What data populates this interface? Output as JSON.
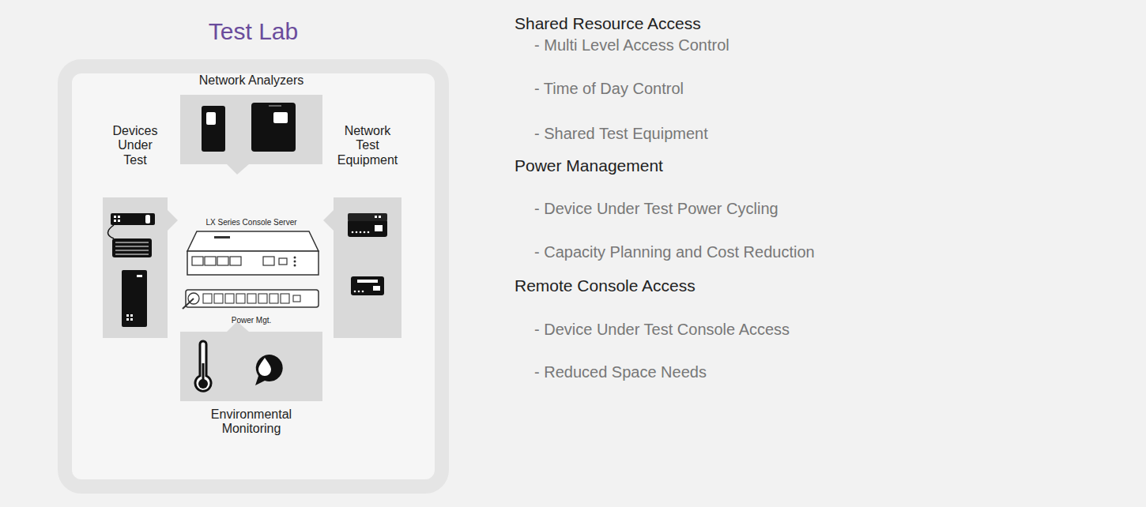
{
  "diagram": {
    "nodes": [
      {
        "text": [
          "Test Lab"
        ]
      },
      {
        "text": [
          "Network Analyzers"
        ],
        "in": 0
      },
      {
        "text": [
          "Devices Under Test"
        ],
        "in": 0
      },
      {
        "text": [
          "Network Test Equipment"
        ],
        "in": 0
      },
      {
        "text": [
          "Environmental Monitoring"
        ],
        "in": 0
      }
    ],
    "labels": [
      "LX Series Console Server",
      "Power Mgt.",
      "Shared Resource Access",
      "- Multi Level Access Control",
      "- Time of Day Control",
      "- Shared Test Equipment",
      "Power Management",
      "- Device Under Test Power Cycling",
      "- Capacity Planning and Cost Reduction",
      "Remote Console Access",
      "- Device Under Test Console Access",
      "- Reduced Space Needs"
    ]
  }
}
